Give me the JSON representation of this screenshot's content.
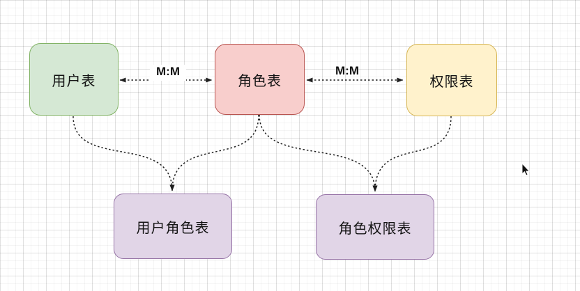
{
  "diagram": {
    "nodes": [
      {
        "id": "user-table",
        "label": "用户表",
        "fill": "#d5e8d4",
        "stroke": "#82b366"
      },
      {
        "id": "role-table",
        "label": "角色表",
        "fill": "#f8cecc",
        "stroke": "#b85450"
      },
      {
        "id": "permission-table",
        "label": "权限表",
        "fill": "#fff2cc",
        "stroke": "#d6b656"
      },
      {
        "id": "user-role-table",
        "label": "用户角色表",
        "fill": "#e1d5e7",
        "stroke": "#9673a6"
      },
      {
        "id": "role-permission-table",
        "label": "角色权限表",
        "fill": "#e1d5e7",
        "stroke": "#9673a6"
      }
    ],
    "edges": [
      {
        "from": "user-table",
        "to": "role-table",
        "label": "M:M",
        "line": "dashed",
        "arrows": "both"
      },
      {
        "from": "role-table",
        "to": "permission-table",
        "label": "M:M",
        "line": "dashed",
        "arrows": "both"
      },
      {
        "from": "user-table",
        "to": "user-role-table",
        "label": "",
        "line": "dashed",
        "arrows": "end"
      },
      {
        "from": "role-table",
        "to": "user-role-table",
        "label": "",
        "line": "dashed",
        "arrows": "end"
      },
      {
        "from": "role-table",
        "to": "role-permission-table",
        "label": "",
        "line": "dashed",
        "arrows": "end"
      },
      {
        "from": "permission-table",
        "to": "role-permission-table",
        "label": "",
        "line": "dashed",
        "arrows": "end"
      }
    ],
    "line_color": "#1f1f1f",
    "background": "#ffffff"
  },
  "cursor": {
    "type": "arrow-pointer",
    "color": "#111111"
  }
}
